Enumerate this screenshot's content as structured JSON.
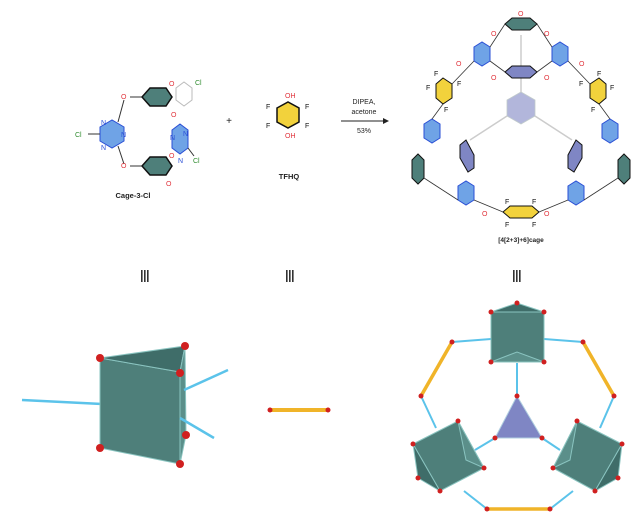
{
  "figure": {
    "reaction": {
      "reactant1": {
        "label": "Cage-3-Cl",
        "substituent": "Cl"
      },
      "plus": "+",
      "reactant2": {
        "label": "TFHQ",
        "atoms": {
          "hydroxyl": "OH",
          "fluoro": "F"
        }
      },
      "conditions": {
        "line1": "DIPEA,",
        "line2": "acetone",
        "yield": "53%"
      },
      "product": {
        "label": "[4[2+3]+6]cage"
      }
    },
    "equivalence_symbol": "|||",
    "atoms": {
      "N": "N",
      "O": "O",
      "F": "F",
      "Cl": "Cl"
    },
    "colors": {
      "triazine": "#6fa3e6",
      "prism_face": "#4e7f7a",
      "tfhq_ring": "#f2d23c",
      "central_ring": "#7f86c4",
      "linker_rod": "#f0b429",
      "connector": "#5bc3ea",
      "vertex": "#d02020"
    },
    "models": {
      "prism_model": "triangular-prism-node",
      "rod_model": "linear-linker",
      "cage_model": "assembled-cage-topology"
    }
  }
}
